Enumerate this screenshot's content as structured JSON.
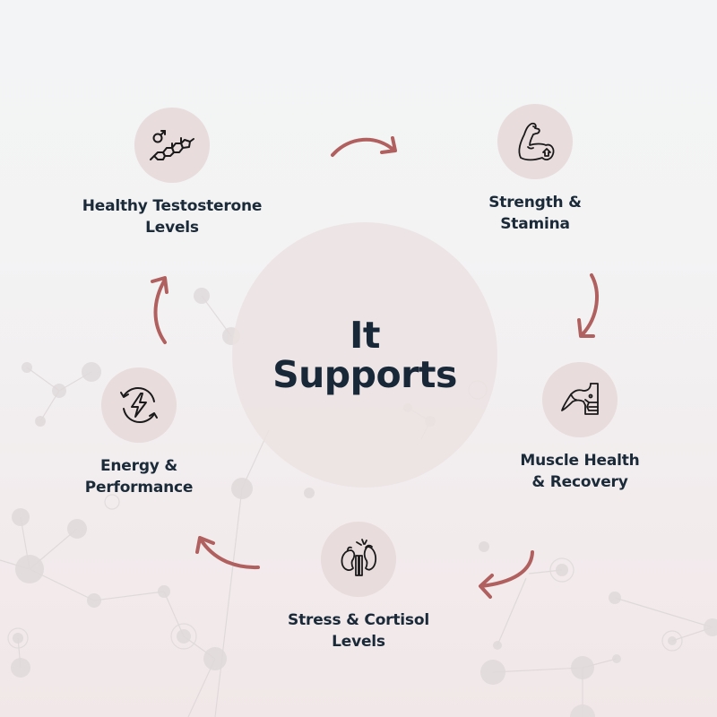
{
  "center": {
    "line1": "It",
    "line2": "Supports"
  },
  "benefits": [
    {
      "line1": "Healthy Testosterone",
      "line2": "Levels",
      "icon": "testosterone-molecule-icon"
    },
    {
      "line1": "Strength &",
      "line2": "Stamina",
      "icon": "flexed-arm-icon"
    },
    {
      "line1": "Muscle Health",
      "line2": "& Recovery",
      "icon": "muscle-torso-icon"
    },
    {
      "line1": "Stress & Cortisol",
      "line2": "Levels",
      "icon": "adrenal-kidneys-icon"
    },
    {
      "line1": "Energy &",
      "line2": "Performance",
      "icon": "energy-cycle-icon"
    }
  ],
  "colors": {
    "arrow": "#b0605e",
    "icon_circle": "#e8dcdc",
    "center_circle": "#ece2e2",
    "text": "#1b2a39"
  }
}
